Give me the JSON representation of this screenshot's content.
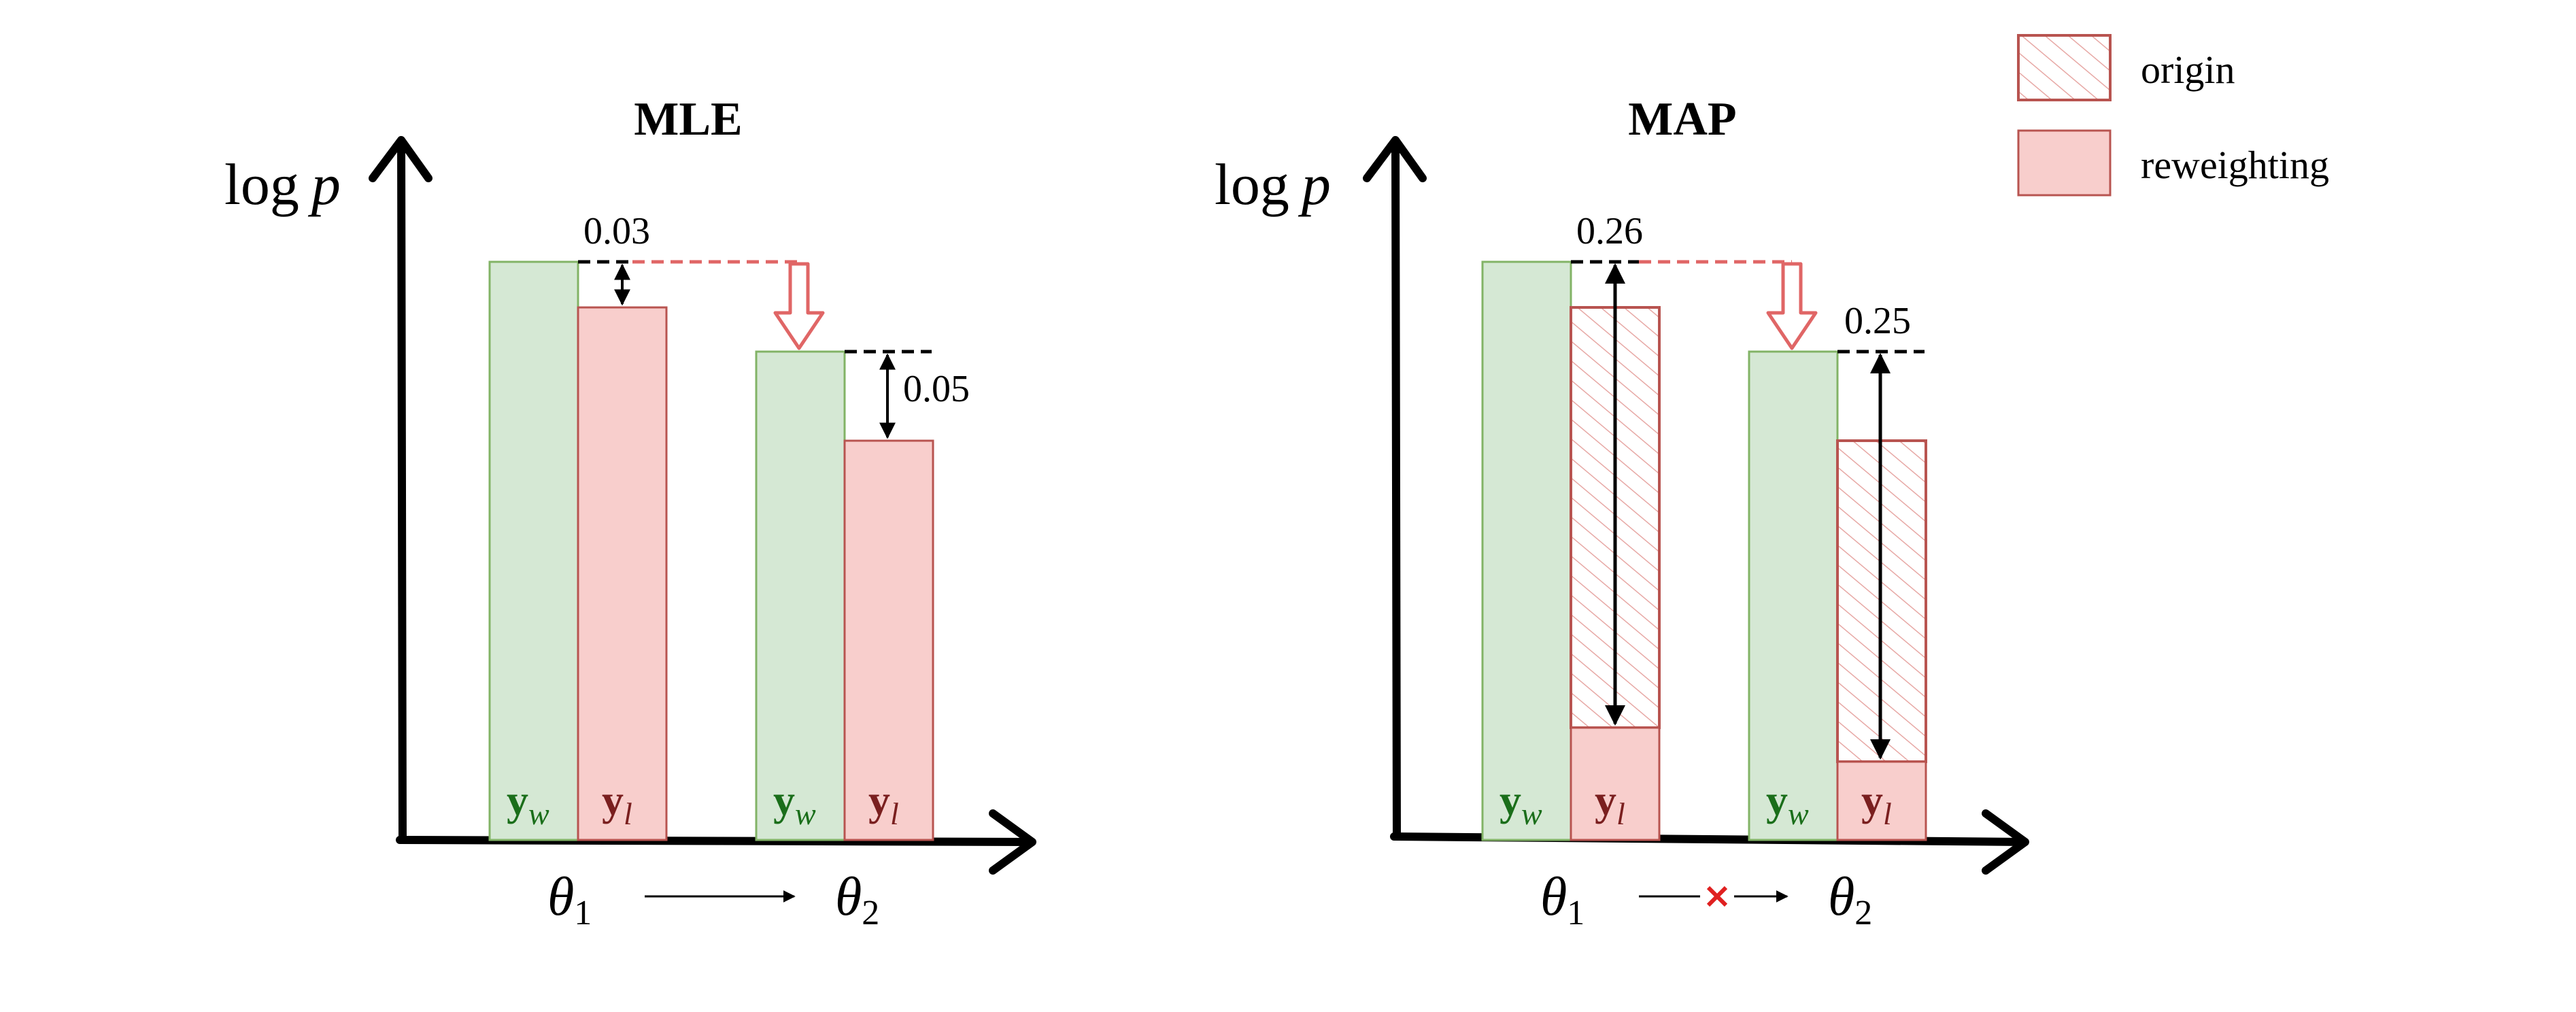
{
  "colors": {
    "winner_fill": "#d5e8d4",
    "winner_stroke": "#82b366",
    "winner_text": "#1a6e1a",
    "loser_fill": "#f8cecc",
    "loser_stroke": "#b85450",
    "loser_text": "#7a1f1f",
    "arrow_red": "#e06666"
  },
  "legend": {
    "origin": "origin",
    "reweighting": "reweighting"
  },
  "mle": {
    "title": "MLE",
    "y_axis": "log p",
    "y_axis_log": "log",
    "y_axis_var": "p",
    "gap_theta1": "0.03",
    "gap_theta2": "0.05",
    "bar_w": "y",
    "bar_w_sub": "w",
    "bar_l": "y",
    "bar_l_sub": "l",
    "theta1": "θ",
    "theta1_sub": "1",
    "theta2": "θ",
    "theta2_sub": "2"
  },
  "map": {
    "title": "MAP",
    "y_axis": "log p",
    "y_axis_log": "log",
    "y_axis_var": "p",
    "gap_theta1": "0.26",
    "gap_theta2": "0.25",
    "bar_w": "y",
    "bar_w_sub": "w",
    "bar_l": "y",
    "bar_l_sub": "l",
    "theta1": "θ",
    "theta1_sub": "1",
    "theta2": "θ",
    "theta2_sub": "2",
    "blocked_icon": "cross-icon"
  }
}
